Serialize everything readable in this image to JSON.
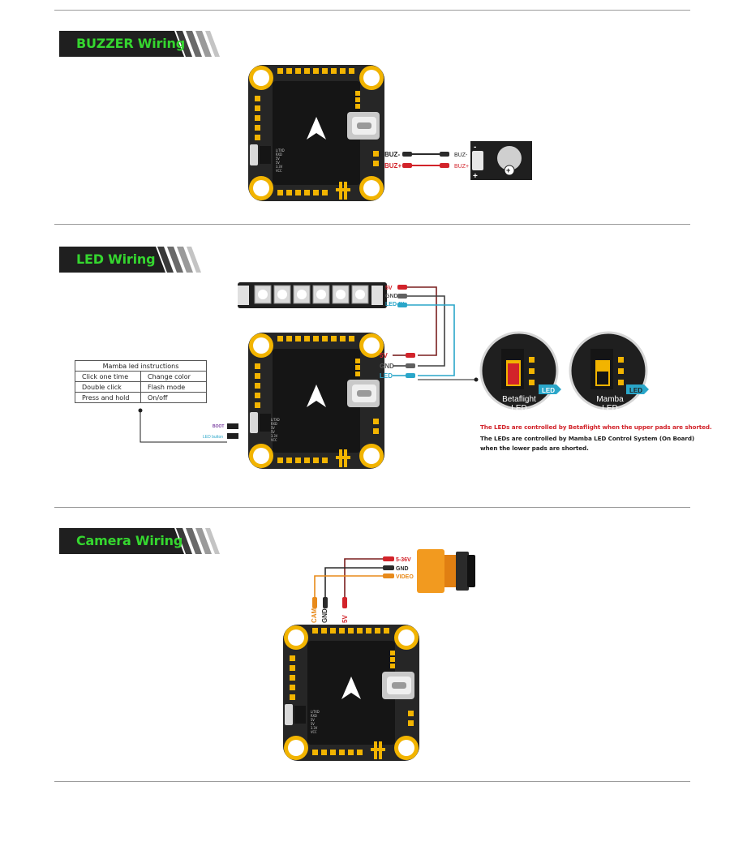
{
  "sections": {
    "buzzer": {
      "title": "BUZZER Wiring"
    },
    "led": {
      "title": "LED Wiring"
    },
    "camera": {
      "title": "Camera Wiring"
    }
  },
  "buzzer": {
    "pad_minus": "BUZ-",
    "pad_plus": "BUZ+",
    "buzzer_minus": "BUZ-",
    "buzzer_plus": "BUZ+",
    "polarity_minus": "-",
    "polarity_plus": "+"
  },
  "led": {
    "strip_labels": [
      "5V",
      "GND",
      "LED-IN"
    ],
    "board_labels": [
      "5V",
      "GND",
      "LED"
    ],
    "boot_label": "BOOT",
    "led_button_label": "LED button",
    "table": {
      "title": "Mamba led instructions",
      "rows": [
        [
          "Click one time",
          "Change color"
        ],
        [
          "Double click",
          "Flash mode"
        ],
        [
          "Press and hold",
          "On/off"
        ]
      ]
    },
    "zoom_left": {
      "name": "Betaflight",
      "sub": "LED",
      "tag": "LED"
    },
    "zoom_right": {
      "name": "Mamba",
      "sub": "LED",
      "tag": "LED"
    },
    "note_red": "The LEDs are controlled by Betaflight when the upper pads are shorted.",
    "note_black_1": "The LEDs are controlled by Mamba LED Control System (On Board)",
    "note_black_2": "when the lower pads are shorted."
  },
  "camera": {
    "cam_labels": [
      "5-36V",
      "GND",
      "VIDEO"
    ],
    "board_labels": [
      "CAM",
      "GND",
      "5V"
    ]
  },
  "board": {
    "pin_labels": [
      "L/TXD",
      "RXD",
      "5V",
      "5V",
      "3.3V",
      "VCC"
    ]
  },
  "colors": {
    "header_bg": "#1f1f1f",
    "header_text": "#35d62f",
    "wire_red": "#d2232a",
    "wire_black": "#2b2b2b",
    "wire_grey": "#606060",
    "wire_blue": "#2aa6c9",
    "wire_orange": "#e88a1a",
    "board": "#1f1f1f",
    "pad": "#f2b400"
  }
}
